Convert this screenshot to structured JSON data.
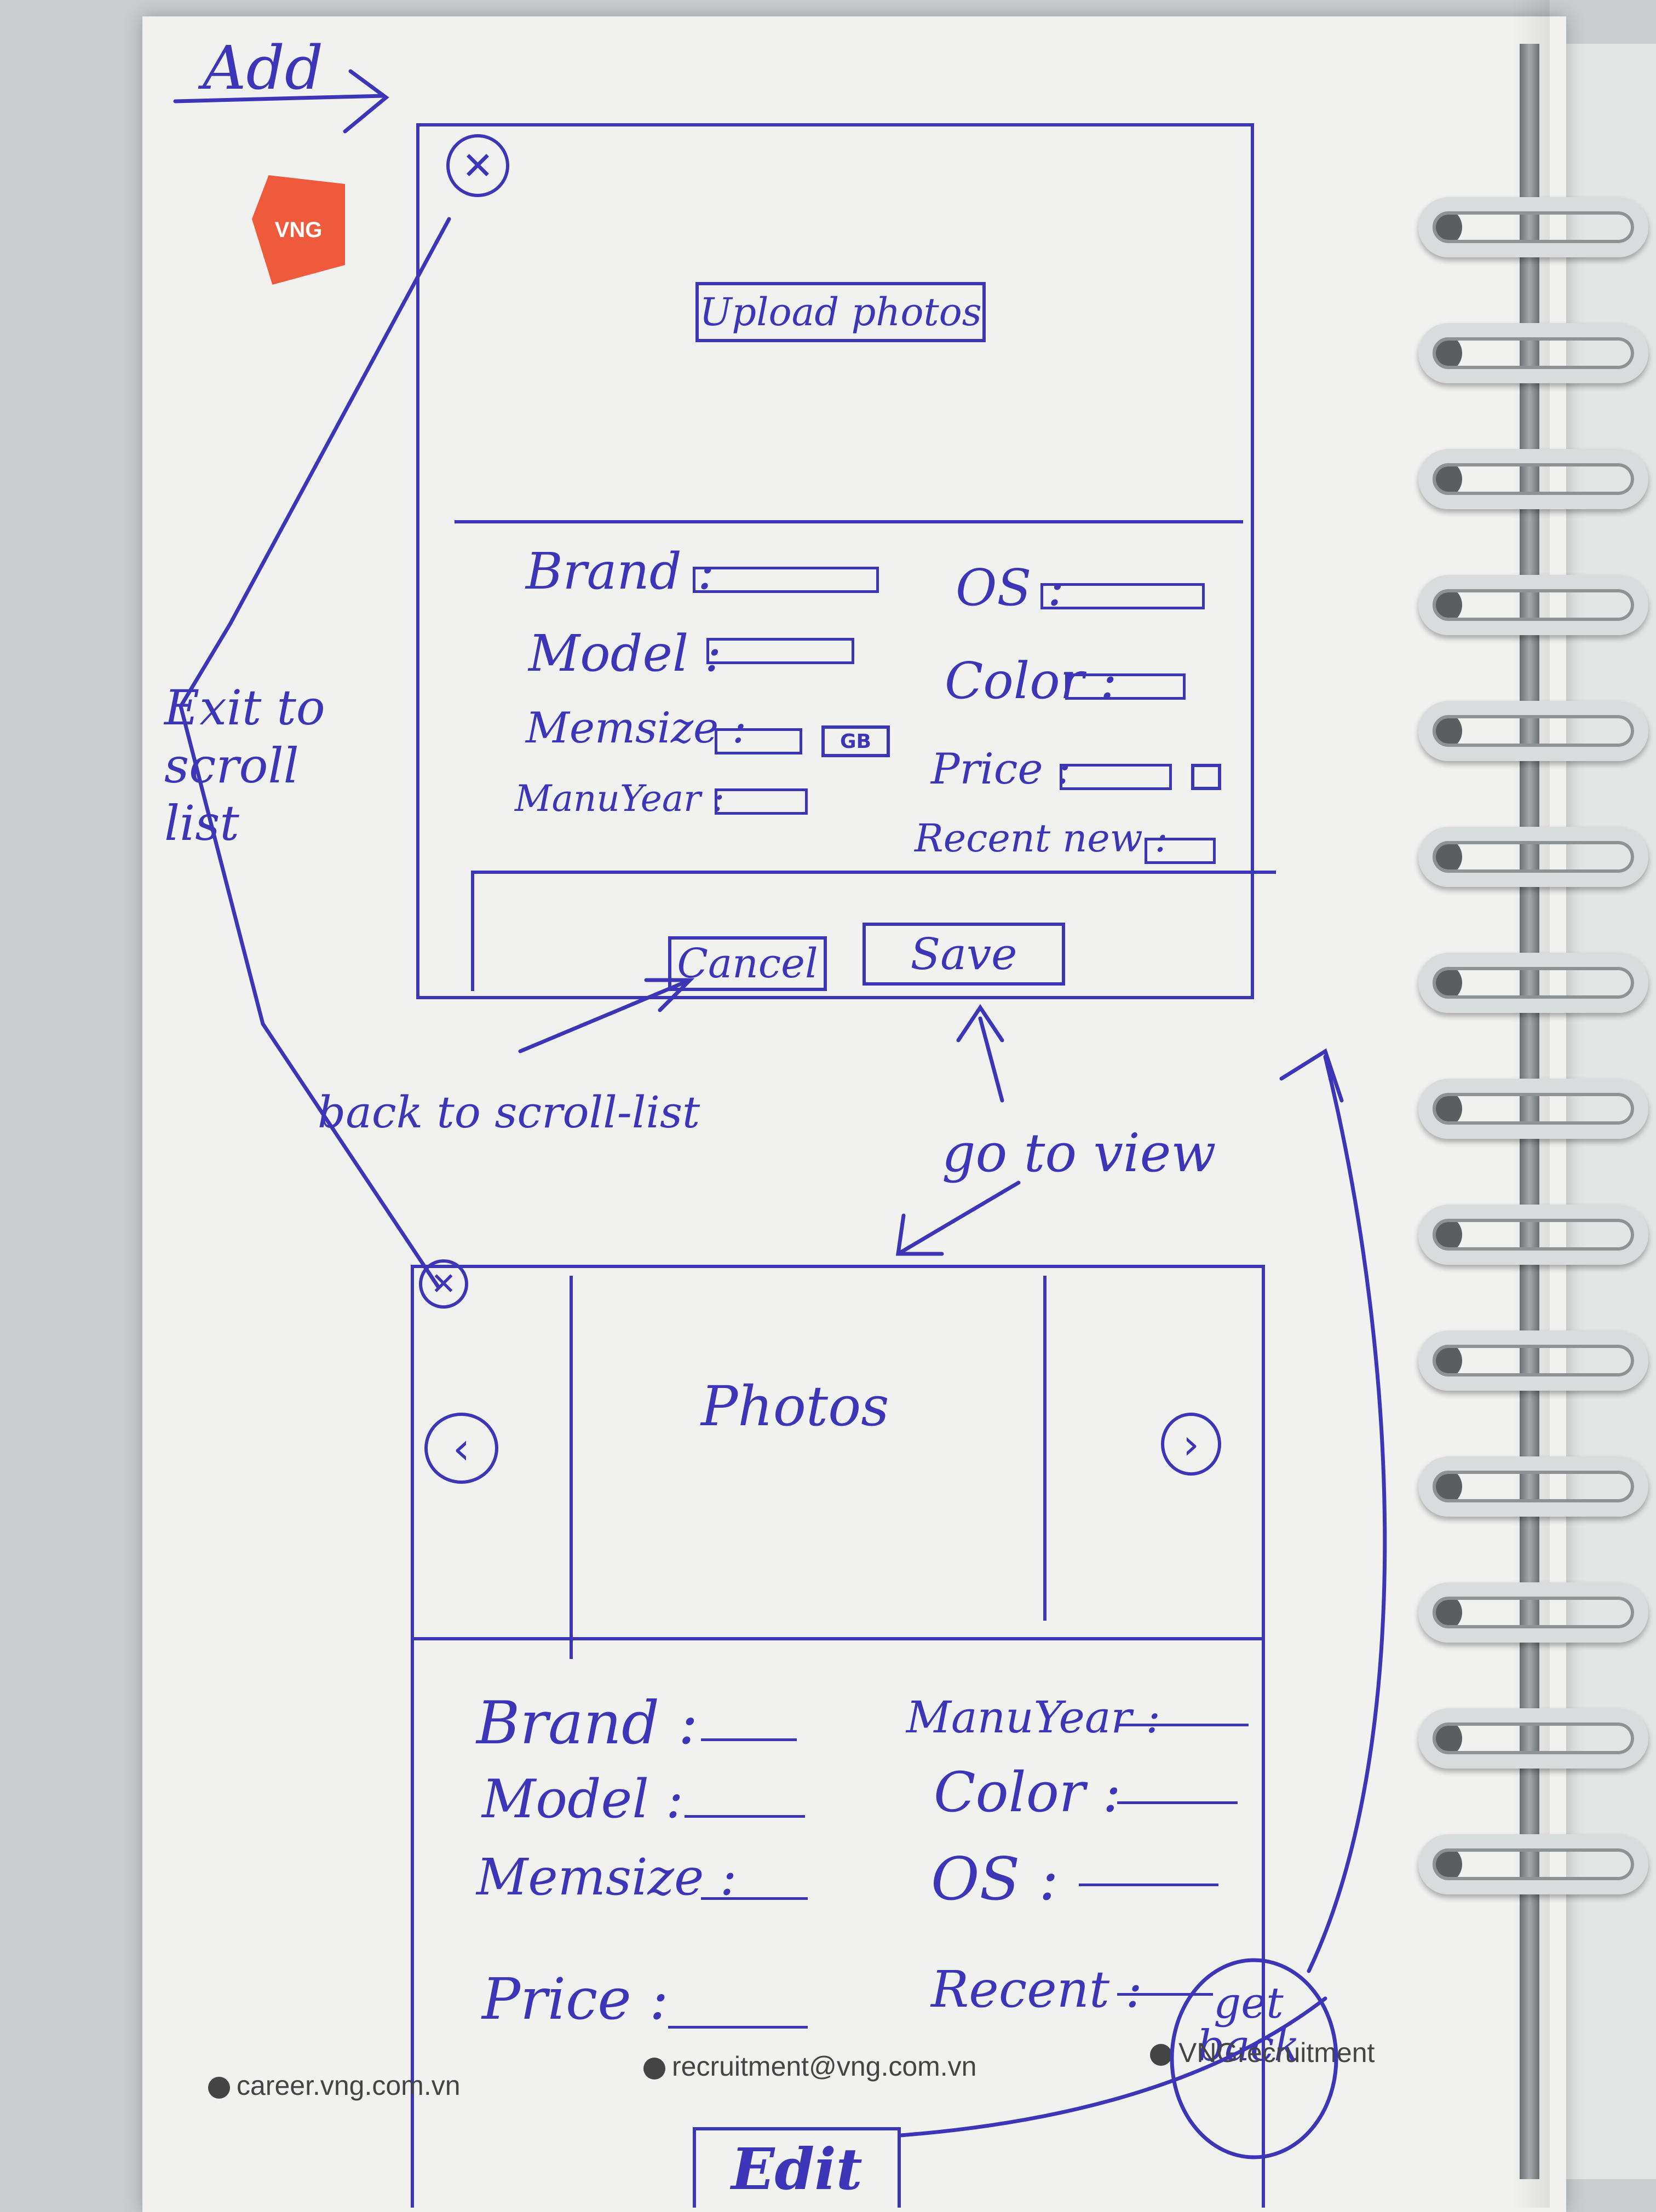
{
  "logo": {
    "text": "VNG",
    "color": "#ef5a3c"
  },
  "ink_color": "#3d35b8",
  "add_screen": {
    "annotation_add": "Add",
    "close_icon": "close-icon",
    "upload_button": "Upload photos",
    "fields_left": [
      {
        "label": "Brand :"
      },
      {
        "label": "Model :"
      },
      {
        "label": "Memsize :",
        "unit": "GB"
      },
      {
        "label": "ManuYear :"
      }
    ],
    "fields_right": [
      {
        "label": "OS :"
      },
      {
        "label": "Color :"
      },
      {
        "label": "Price :"
      },
      {
        "label": "Recent new :"
      }
    ],
    "cancel_button": "Cancel",
    "save_button": "Save"
  },
  "annotations": {
    "exit": "Exit to scroll list",
    "back_to_scroll_list": "back to scroll-list",
    "go_to_view": "go to view",
    "get_back": "get back"
  },
  "view_screen": {
    "close_icon": "close-icon",
    "photos_label": "Photos",
    "prev_icon": "chevron-left-icon",
    "next_icon": "chevron-right-icon",
    "fields_left": [
      {
        "label": "Brand :"
      },
      {
        "label": "Model :"
      },
      {
        "label": "Memsize :"
      },
      {
        "label": "Price :"
      }
    ],
    "fields_right": [
      {
        "label": "ManuYear :"
      },
      {
        "label": "Color :"
      },
      {
        "label": "OS :"
      },
      {
        "label": "Recent :"
      }
    ],
    "edit_button": "Edit"
  },
  "footer": {
    "website": "career.vng.com.vn",
    "email": "recruitment@vng.com.vn",
    "social": "VNGrecruitment"
  }
}
